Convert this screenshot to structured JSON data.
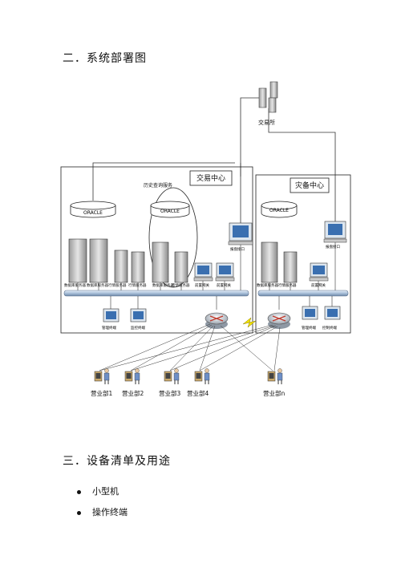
{
  "section2": {
    "heading": "二．系统部署图"
  },
  "diagram": {
    "exchange": {
      "label": "交易所"
    },
    "trading_center": {
      "label": "交易中心"
    },
    "disaster_center": {
      "label": "灾备中心"
    },
    "history_service": {
      "label": "历史查询服务"
    },
    "oracle_label": "ORACLE",
    "tc_server_labels": [
      "数据库服务器",
      "数据库服务器",
      "行情服务器",
      "行情服务器",
      "数据库服务器",
      "行情服务器"
    ],
    "tc_net_labels": [
      "前置网关",
      "前置网关"
    ],
    "tc_monitor_label": "报盘接口",
    "tc_bottom_labels": [
      "管理终端",
      "监控终端"
    ],
    "dr_server_labels": [
      "数据库服务器",
      "行情服务器"
    ],
    "dr_net_label": "前置网关",
    "dr_monitor_label": "报盘接口",
    "dr_bottom_labels": [
      "管理终端",
      "控制终端"
    ],
    "branches": [
      "营业部1",
      "营业部2",
      "营业部3",
      "营业部4",
      "营业部n"
    ]
  },
  "section3": {
    "heading": "三．设备清单及用途",
    "items": [
      "小型机",
      "操作终端"
    ]
  }
}
